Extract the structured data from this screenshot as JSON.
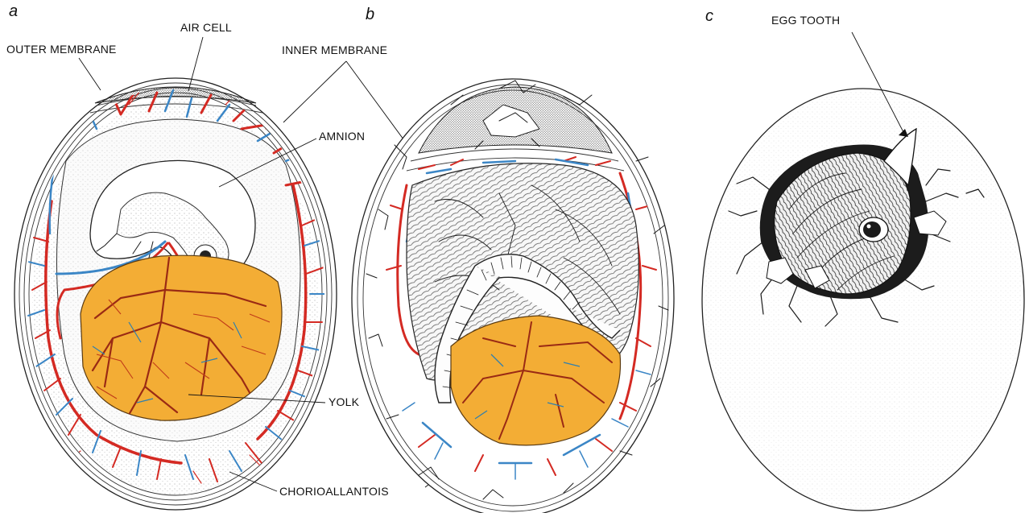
{
  "panels": [
    {
      "letter": "a"
    },
    {
      "letter": "b"
    },
    {
      "letter": "c"
    }
  ],
  "labels": {
    "outer_membrane": "OUTER MEMBRANE",
    "air_cell": "AIR CELL",
    "inner_membrane": "INNER MEMBRANE",
    "amnion": "AMNION",
    "yolk": "YOLK",
    "chorioallantois": "CHORIOALLANTOIS",
    "egg_tooth": "EGG TOOTH"
  },
  "colors": {
    "artery_red": "#d42a23",
    "vein_blue": "#3b86c6",
    "yolk_orange": "#f3ad35",
    "ink": "#1a1a1a"
  }
}
